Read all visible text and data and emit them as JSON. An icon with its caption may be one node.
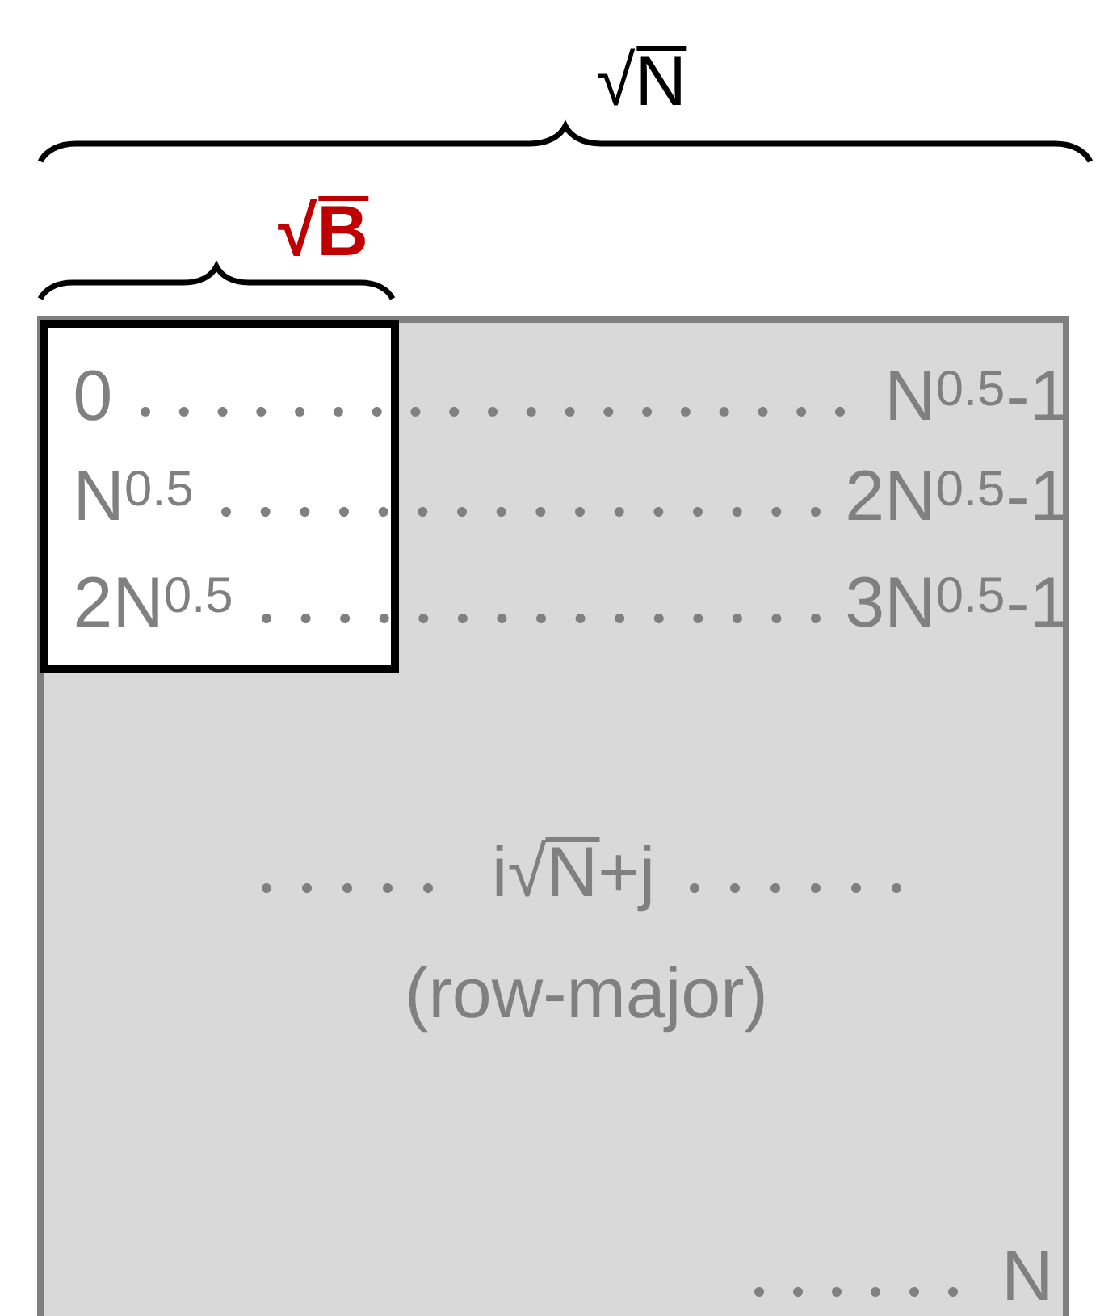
{
  "diagram": {
    "nodes": [
      {
        "text": [
          "N$^{0.5}$-1",
          "2N$^{0.5}$-1",
          "3N$^{0.5}$-1",
          "i√N+j",
          "(row-major)",
          "N"
        ]
      },
      {
        "text": [
          "0",
          "N$^{0.5}$",
          "2N$^{0.5}$"
        ],
        "in": 0
      }
    ],
    "edges": [],
    "labels": [
      "√N",
      "√B"
    ]
  }
}
